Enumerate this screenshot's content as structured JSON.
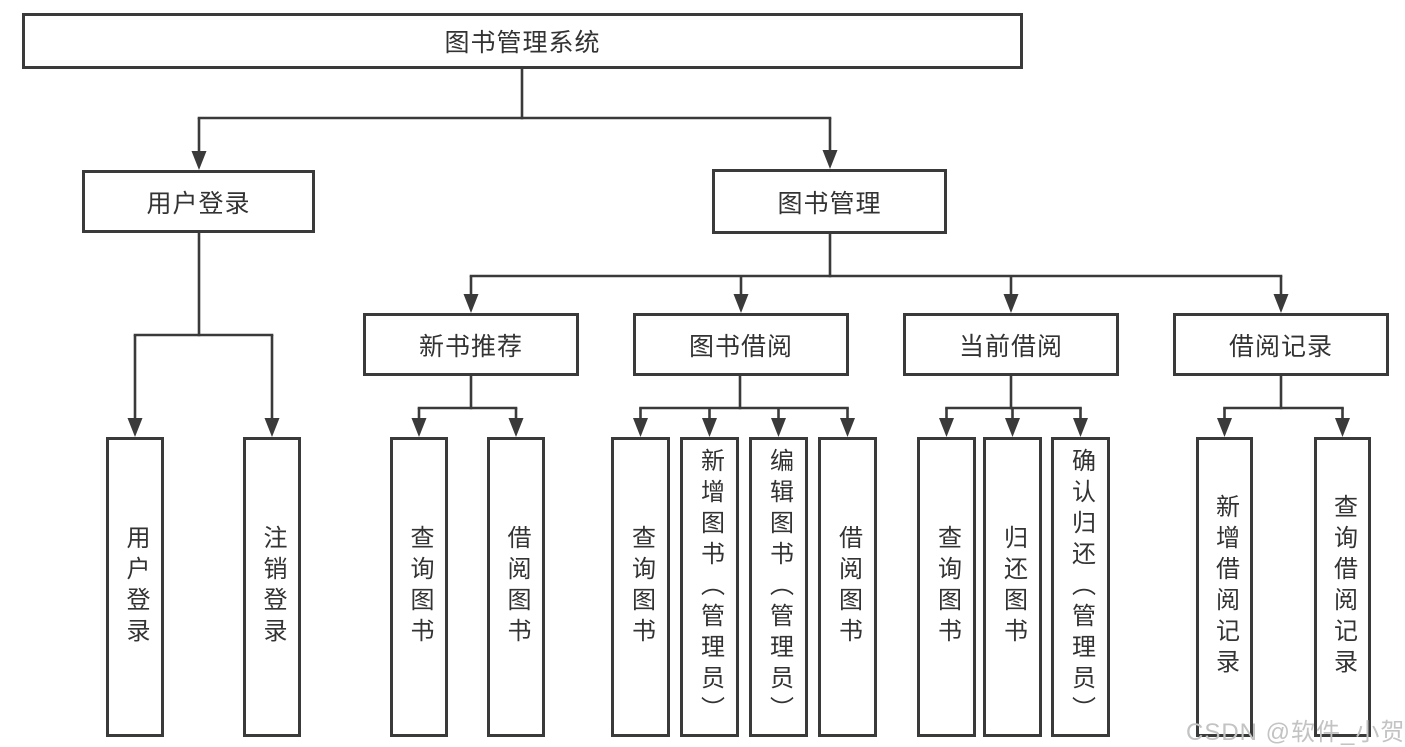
{
  "nodes": {
    "root": "图书管理系统",
    "user_login": "用户登录",
    "book_management": "图书管理",
    "new_book_recommend": "新书推荐",
    "book_borrow": "图书借阅",
    "current_borrow": "当前借阅",
    "borrow_records": "借阅记录",
    "leaf_user_login": "用户登录",
    "leaf_logout": "注销登录",
    "leaf_nbr_query": "查询图书",
    "leaf_nbr_borrow": "借阅图书",
    "leaf_bb_query": "查询图书",
    "leaf_bb_add": "新增图书（管理员）",
    "leaf_bb_edit": "编辑图书（管理员）",
    "leaf_bb_borrow": "借阅图书",
    "leaf_cb_query": "查询图书",
    "leaf_cb_return": "归还图书",
    "leaf_cb_confirm": "确认归还（管理员）",
    "leaf_br_add": "新增借阅记录",
    "leaf_br_query": "查询借阅记录"
  },
  "watermark": "CSDN @软件_小贺同学",
  "colors": {
    "line": "#3a3a3a",
    "node_border": "#3a3a3a",
    "text": "#333333",
    "watermark": "#c3c3c3",
    "background": "#ffffff"
  }
}
